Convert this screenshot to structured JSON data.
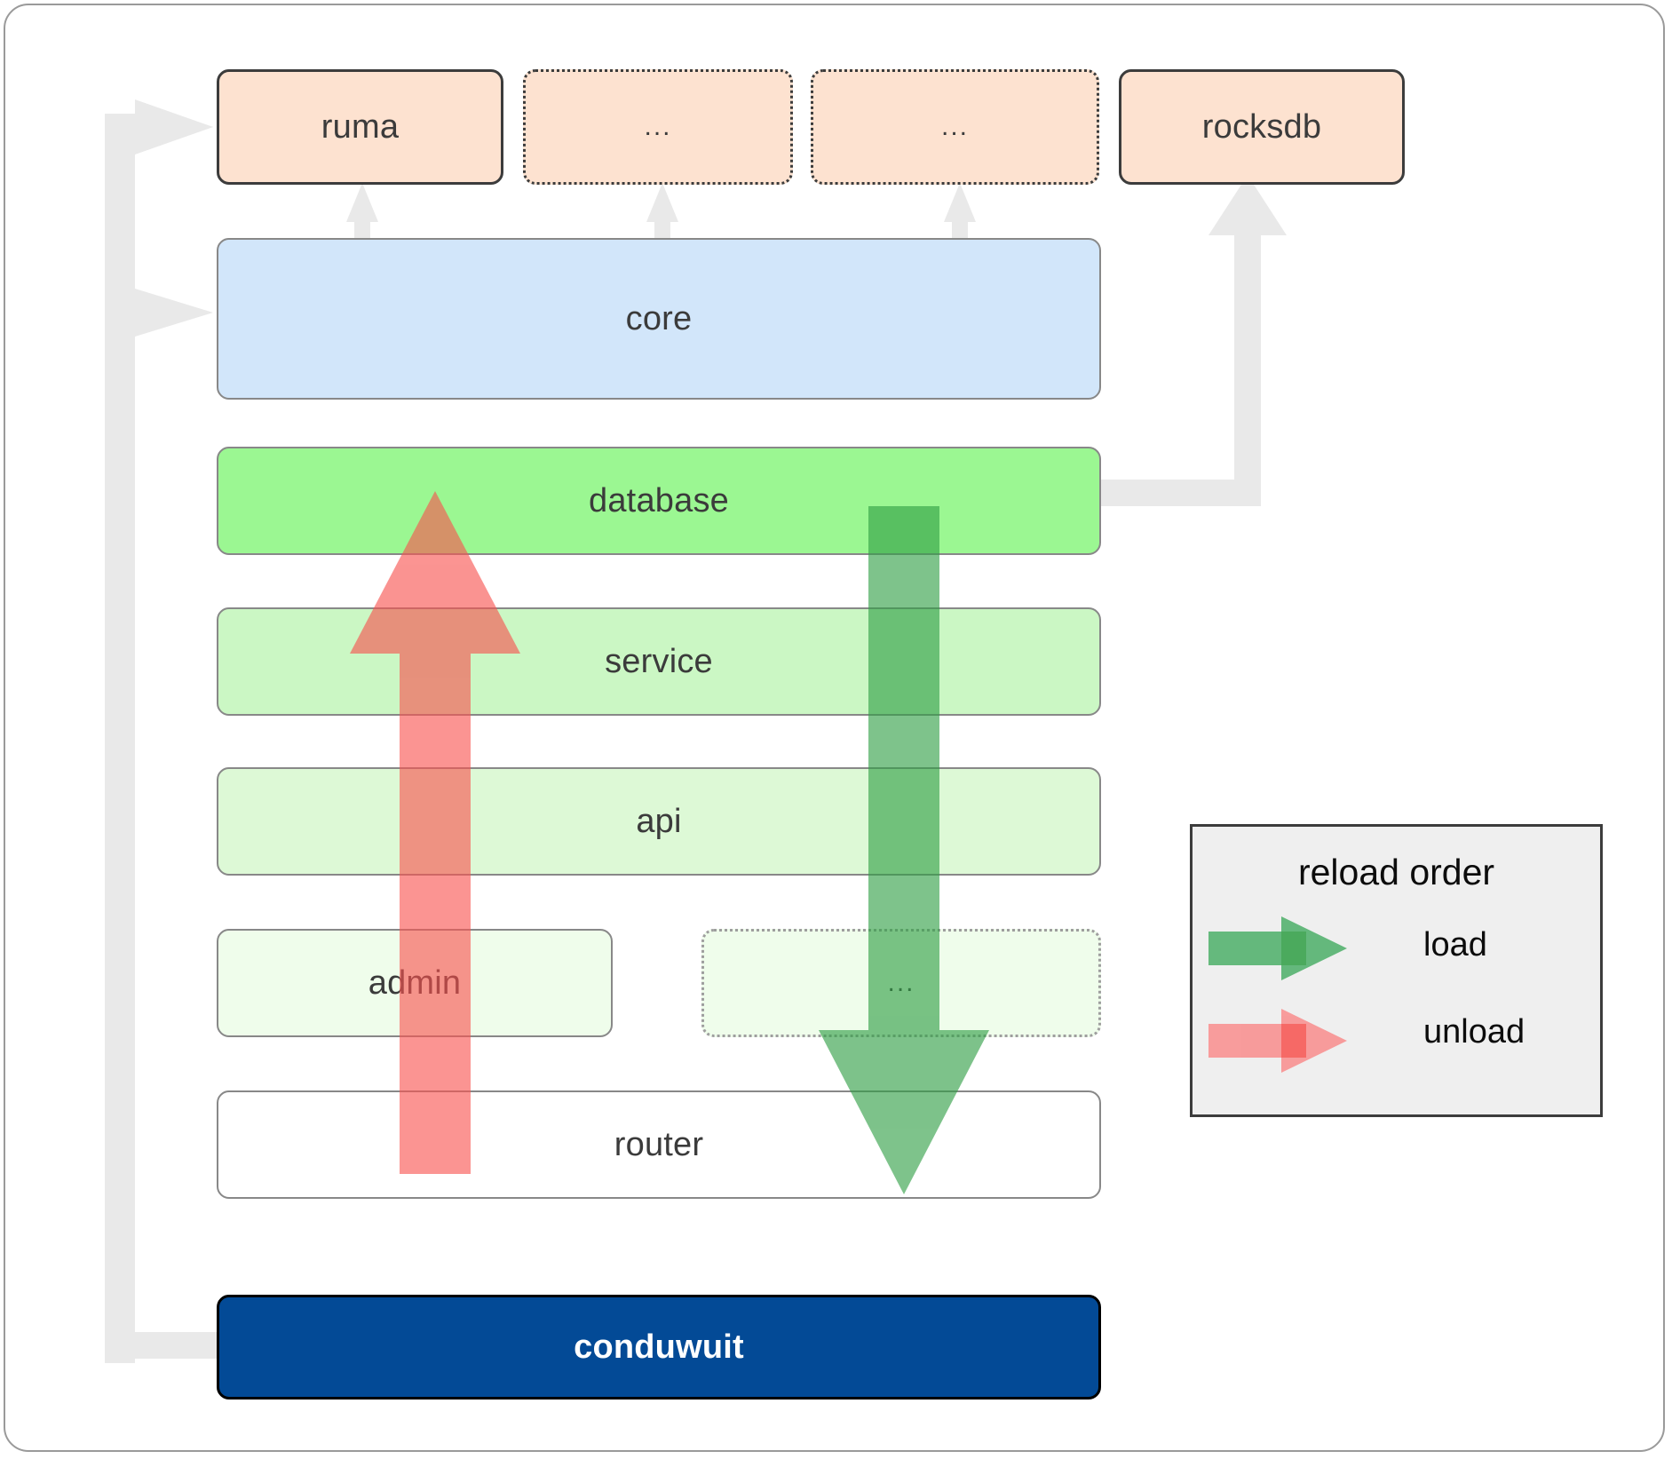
{
  "diagram": {
    "title": "conduwuit crate dependency and reload order",
    "type": "layered-architecture",
    "background": "#ffffff",
    "frame_border_color": "#9a9a9a"
  },
  "dependency_row": {
    "nodes": [
      {
        "id": "ruma",
        "label": "ruma",
        "fill": "#fde2d0",
        "border_style": "solid",
        "border_color": "#3c3c3c"
      },
      {
        "id": "dots-1",
        "label": "...",
        "fill": "#fde2d0",
        "border_style": "dotted",
        "border_color": "#3c3c3c"
      },
      {
        "id": "dots-2",
        "label": "...",
        "fill": "#fde2d0",
        "border_style": "dotted",
        "border_color": "#3c3c3c"
      },
      {
        "id": "rocksdb",
        "label": "rocksdb",
        "fill": "#fde2d0",
        "border_style": "solid",
        "border_color": "#3c3c3c"
      }
    ]
  },
  "stack": {
    "nodes": [
      {
        "id": "core",
        "label": "core",
        "fill": "#d2e6fa",
        "border_style": "solid",
        "border_color": "#888888"
      },
      {
        "id": "database",
        "label": "database",
        "fill": "#9bf792",
        "border_style": "solid",
        "border_color": "#888888"
      },
      {
        "id": "service",
        "label": "service",
        "fill": "#cbf7c4",
        "border_style": "solid",
        "border_color": "#888888"
      },
      {
        "id": "api",
        "label": "api",
        "fill": "#ddf9d6",
        "border_style": "solid",
        "border_color": "#888888"
      },
      {
        "id": "admin",
        "label": "admin",
        "fill": "#effdeb",
        "border_style": "solid",
        "border_color": "#888888"
      },
      {
        "id": "dots-3",
        "label": "...",
        "fill": "#effdeb",
        "border_style": "dotted",
        "border_color": "#9e9e9e"
      },
      {
        "id": "router",
        "label": "router",
        "fill": "#ffffff",
        "border_style": "solid",
        "border_color": "#888888"
      }
    ]
  },
  "binary": {
    "id": "conduwuit",
    "label": "conduwuit",
    "fill": "#034a96",
    "text_color": "#ffffff",
    "border_style": "solid",
    "border_color": "#000000"
  },
  "legend": {
    "title": "reload order",
    "items": [
      {
        "id": "load",
        "label": "load",
        "color": "#4caf68",
        "direction": "down"
      },
      {
        "id": "unload",
        "label": "unload",
        "color": "#f98d8d",
        "direction": "up"
      }
    ],
    "background": "#efefef",
    "border_color": "#3c3c3c"
  },
  "flow_arrows": {
    "load": {
      "color": "#4caf68",
      "from": "database",
      "to": "router",
      "direction": "down"
    },
    "unload": {
      "color": "#f98d8d",
      "from": "router",
      "to": "database",
      "direction": "up"
    }
  },
  "connectors": {
    "color": "#e9e9e9",
    "edges": [
      {
        "from": "core",
        "to": "ruma"
      },
      {
        "from": "core",
        "to": "dots-1"
      },
      {
        "from": "core",
        "to": "dots-2"
      },
      {
        "from": "database",
        "to": "rocksdb"
      },
      {
        "from": "conduwuit",
        "to": "ruma"
      },
      {
        "from": "conduwuit",
        "to": "core"
      }
    ]
  }
}
